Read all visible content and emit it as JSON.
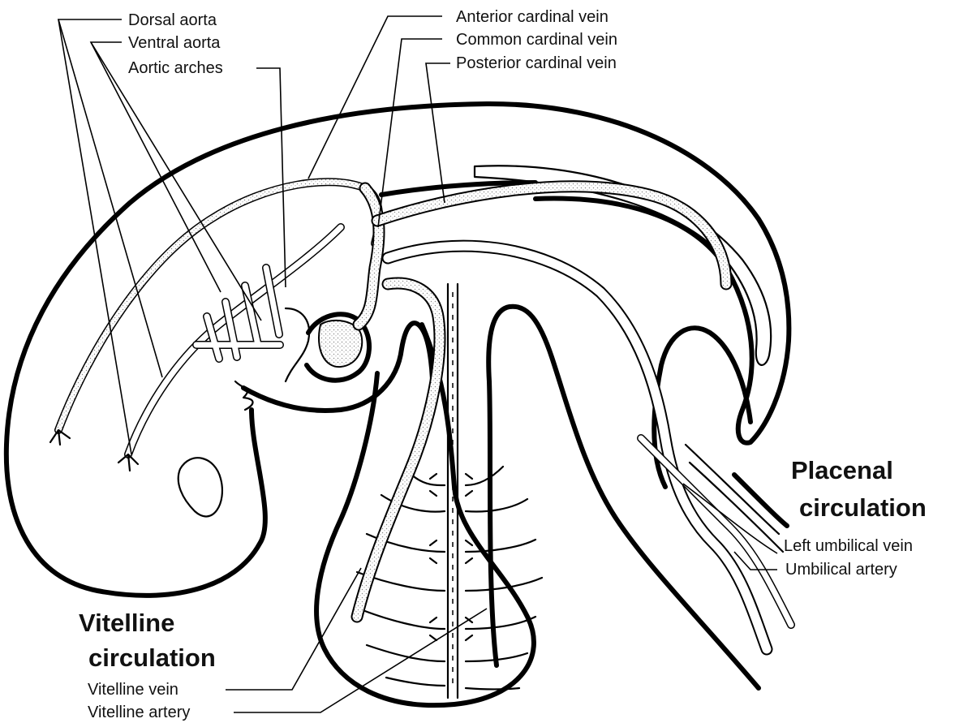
{
  "labels": {
    "dorsal_aorta": "Dorsal aorta",
    "ventral_aorta": "Ventral aorta",
    "aortic_arches": "Aortic arches",
    "anterior_cardinal_vein": "Anterior cardinal vein",
    "common_cardinal_vein": "Common cardinal vein",
    "posterior_cardinal_vein": "Posterior cardinal vein",
    "placenal_line1": "Placenal",
    "placenal_line2": "circulation",
    "left_umbilical_vein": "Left umbilical vein",
    "umbilical_artery": "Umbilical artery",
    "vitelline_line1": "Vitelline",
    "vitelline_line2": "circulation",
    "vitelline_vein": "Vitelline vein",
    "vitelline_artery": "Vitelline artery"
  },
  "colors": {
    "ink": "#000000",
    "background": "#ffffff",
    "vessel_stipple": "#9a9a9a"
  }
}
